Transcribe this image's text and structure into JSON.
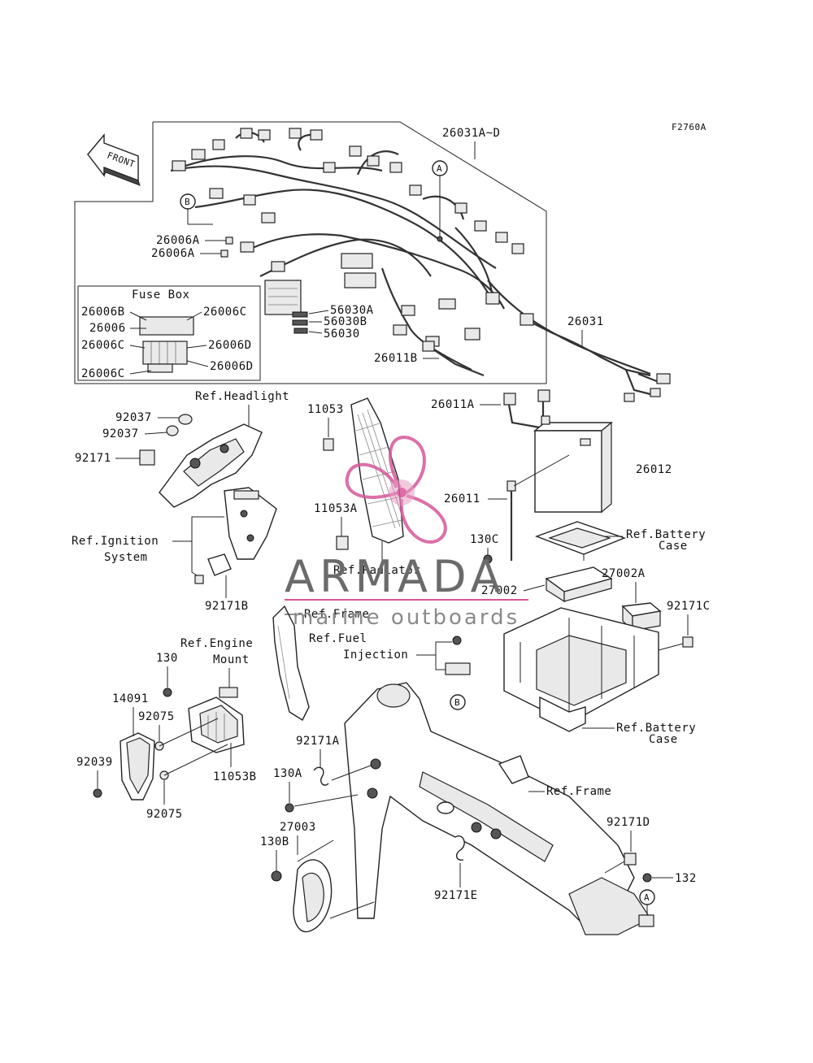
{
  "figure_code": "F2760A",
  "front_label": "FRONT",
  "watermark": {
    "brand": "ARMADA",
    "tagline": "marine outboards",
    "logo_color": "#d6579a"
  },
  "callouts": {
    "A": "A",
    "B": "B"
  },
  "fuse_box_title": "Fuse Box",
  "labels": {
    "p26031AD": "26031A~D",
    "p26006A_1": "26006A",
    "p26006A_2": "26006A",
    "p26006B": "26006B",
    "p26006C_r": "26006C",
    "p26006": "26006",
    "p26006C_l": "26006C",
    "p26006D_1": "26006D",
    "p26006D_2": "26006D",
    "p26006C_b": "26006C",
    "p56030A": "56030A",
    "p56030B": "56030B",
    "p56030": "56030",
    "p26011B": "26011B",
    "p26031": "26031",
    "p26011A": "26011A",
    "p26012": "26012",
    "p26011": "26011",
    "p130C": "130C",
    "p27002": "27002",
    "p27002A": "27002A",
    "p92171C": "92171C",
    "ref_headlight": "Ref.Headlight",
    "p92037_1": "92037",
    "p92037_2": "92037",
    "p92171": "92171",
    "ref_ignition_1": "Ref.Ignition",
    "ref_ignition_2": "System",
    "p92171B": "92171B",
    "p11053": "11053",
    "p11053A": "11053A",
    "ref_radiator": "Ref.Radiator",
    "ref_battery_case_1a": "Ref.Battery",
    "ref_battery_case_1b": "Case",
    "ref_frame_1": "Ref.Frame",
    "ref_engine_mount_1": "Ref.Engine",
    "ref_engine_mount_2": "Mount",
    "ref_fuel_1": "Ref.Fuel",
    "ref_fuel_2": "Injection",
    "p130": "130",
    "p14091": "14091",
    "p92075_1": "92075",
    "p92039": "92039",
    "p92075_2": "92075",
    "p11053B": "11053B",
    "p92171A": "92171A",
    "p130A": "130A",
    "ref_battery_case_2a": "Ref.Battery",
    "ref_battery_case_2b": "Case",
    "ref_frame_2": "Ref.Frame",
    "p27003": "27003",
    "p130B": "130B",
    "p92171E": "92171E",
    "p92171D": "92171D",
    "p132": "132"
  }
}
